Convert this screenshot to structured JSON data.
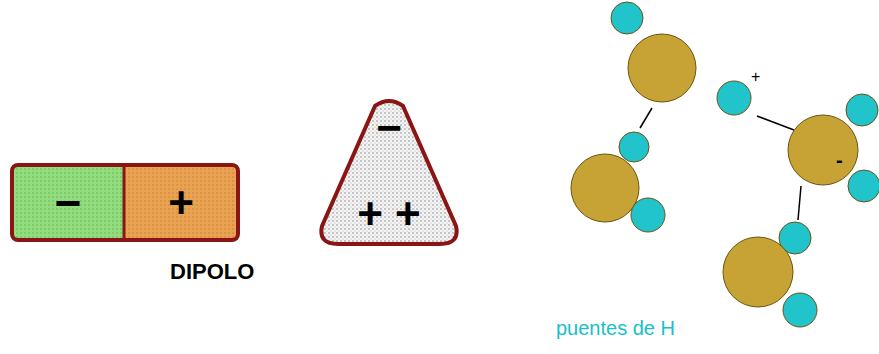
{
  "diagram": {
    "nodes": [
      {
        "text": [
          "−"
        ]
      },
      {
        "text": [
          "+"
        ]
      },
      {
        "text": [
          "−",
          "+ +"
        ]
      }
    ],
    "labels": [
      "DIPOLO",
      "+",
      "-",
      "puentes de H"
    ]
  }
}
